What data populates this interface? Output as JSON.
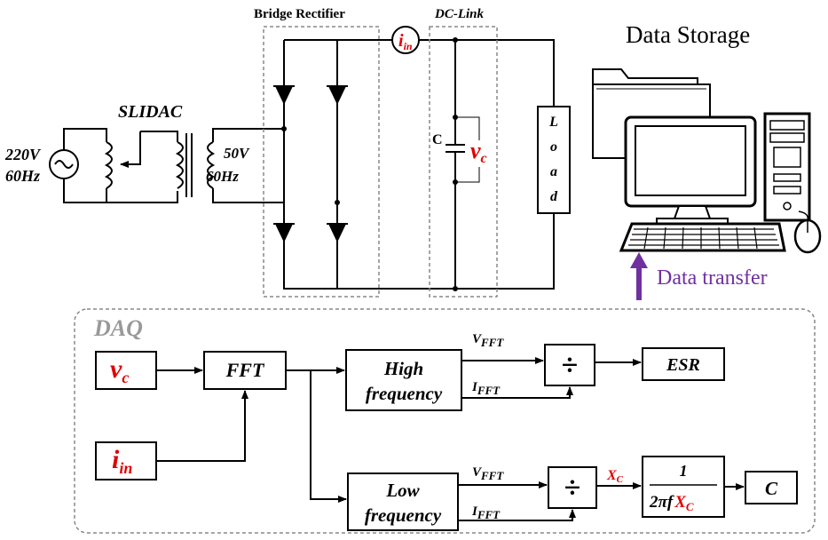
{
  "circuit": {
    "source_voltage": "220V",
    "source_freq": "60Hz",
    "slidac_label": "SLIDAC",
    "secondary_voltage": "50V",
    "secondary_freq": "60Hz",
    "bridge_label": "Bridge Rectifier",
    "dclink_label": "DC-Link",
    "iin_symbol": "i",
    "iin_sub": "in",
    "cap_label": "C",
    "vc_symbol": "v",
    "vc_sub": "c",
    "load_letters": [
      "L",
      "o",
      "a",
      "d"
    ]
  },
  "storage": {
    "title": "Data Storage",
    "transfer_label": "Data transfer"
  },
  "daq": {
    "title": "DAQ",
    "input_vc": "v",
    "input_vc_sub": "c",
    "input_iin": "i",
    "input_iin_sub": "in",
    "fft_label": "FFT",
    "high_line1": "High",
    "high_line2": "frequency",
    "low_line1": "Low",
    "low_line2": "frequency",
    "vfft_main": "V",
    "ifft_main": "I",
    "fft_sub": "FFT",
    "divide_symbol": "÷",
    "esr_label": "ESR",
    "xc_main": "X",
    "xc_sub": "C",
    "formula_num": "1",
    "formula_den_prefix": "2πf",
    "c_output": "C"
  },
  "colors": {
    "accent_red": "#e00000",
    "arrow_purple": "#7030a0",
    "daq_border": "#888888"
  }
}
